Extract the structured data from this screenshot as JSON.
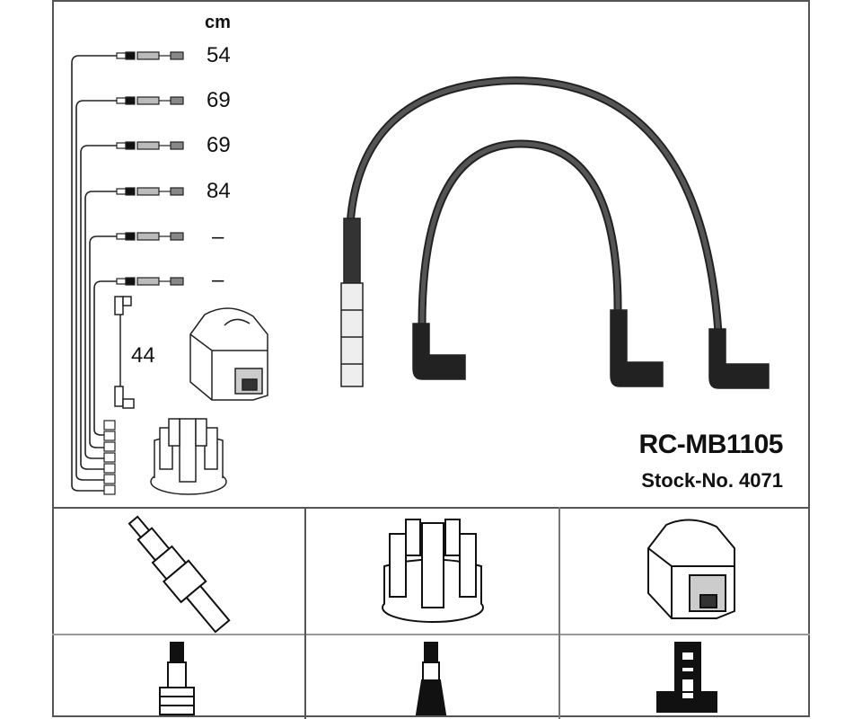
{
  "diagram": {
    "unit_label": "cm",
    "lengths": [
      "54",
      "69",
      "69",
      "84",
      "–",
      "–"
    ],
    "coil_lead_length": "44",
    "product_code": "RC-MB1105",
    "stock_number": "Stock-No. 4071"
  },
  "components": {
    "row1": [
      "spark-plug",
      "distributor-cap",
      "ignition-coil"
    ],
    "row2": [
      "spark-plug-connector",
      "distributor-connector",
      "coil-connector"
    ]
  }
}
